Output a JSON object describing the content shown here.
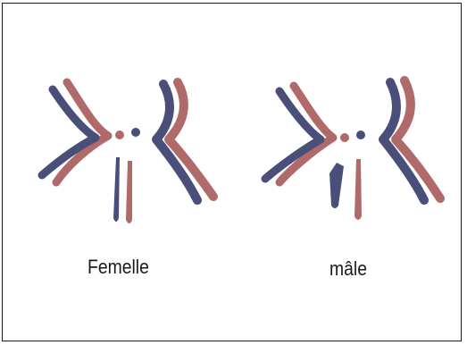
{
  "panels": [
    {
      "id": "female",
      "label": "Femelle"
    },
    {
      "id": "male",
      "label": "mâle"
    }
  ],
  "colors": {
    "blue": "#4a4f7a",
    "red": "#b06a6a",
    "border": "#1a1a1a"
  }
}
